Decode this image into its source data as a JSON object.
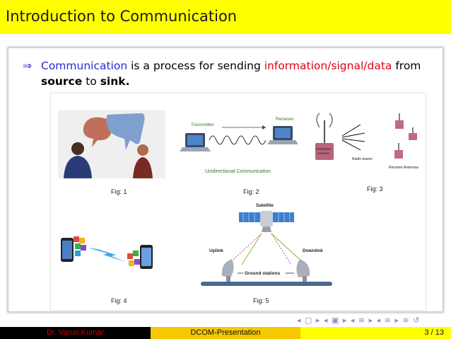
{
  "slide": {
    "title": "Introduction to Communication",
    "bullet": {
      "symbol": "⇒",
      "term": "Communication",
      "text1": " is a process for sending ",
      "highlight": "information/signal/data",
      "text2": " from",
      "source": "source",
      "to": " to ",
      "sink": "sink",
      "end": "."
    }
  },
  "figures": {
    "fig1": {
      "label": "Fig: 1"
    },
    "fig2": {
      "label": "Fig: 2",
      "transmitter": "Transmitter",
      "receiver": "Receiver",
      "caption": "Unidirectional Communication"
    },
    "fig3": {
      "label": "Fig: 3",
      "tx": "Transmitter",
      "tx2": "Antenna",
      "waves": "Radio waves",
      "rx": "Receiver Antennas"
    },
    "fig4": {
      "label": "Fig: 4"
    },
    "fig5": {
      "label": "Fig: 5",
      "satellite": "Satellite",
      "uplink": "Uplink",
      "downlink": "Downlink",
      "ground": "Ground stations"
    }
  },
  "footer": {
    "author": "Dr. Varun Kumar",
    "presentation": "DCOM-Presentation",
    "page": "3 / 13"
  },
  "colors": {
    "title_bar": "#ffff00",
    "accent_blue": "#2a2ad0",
    "accent_red": "#e0001a",
    "footer_mid": "#f5c800"
  }
}
